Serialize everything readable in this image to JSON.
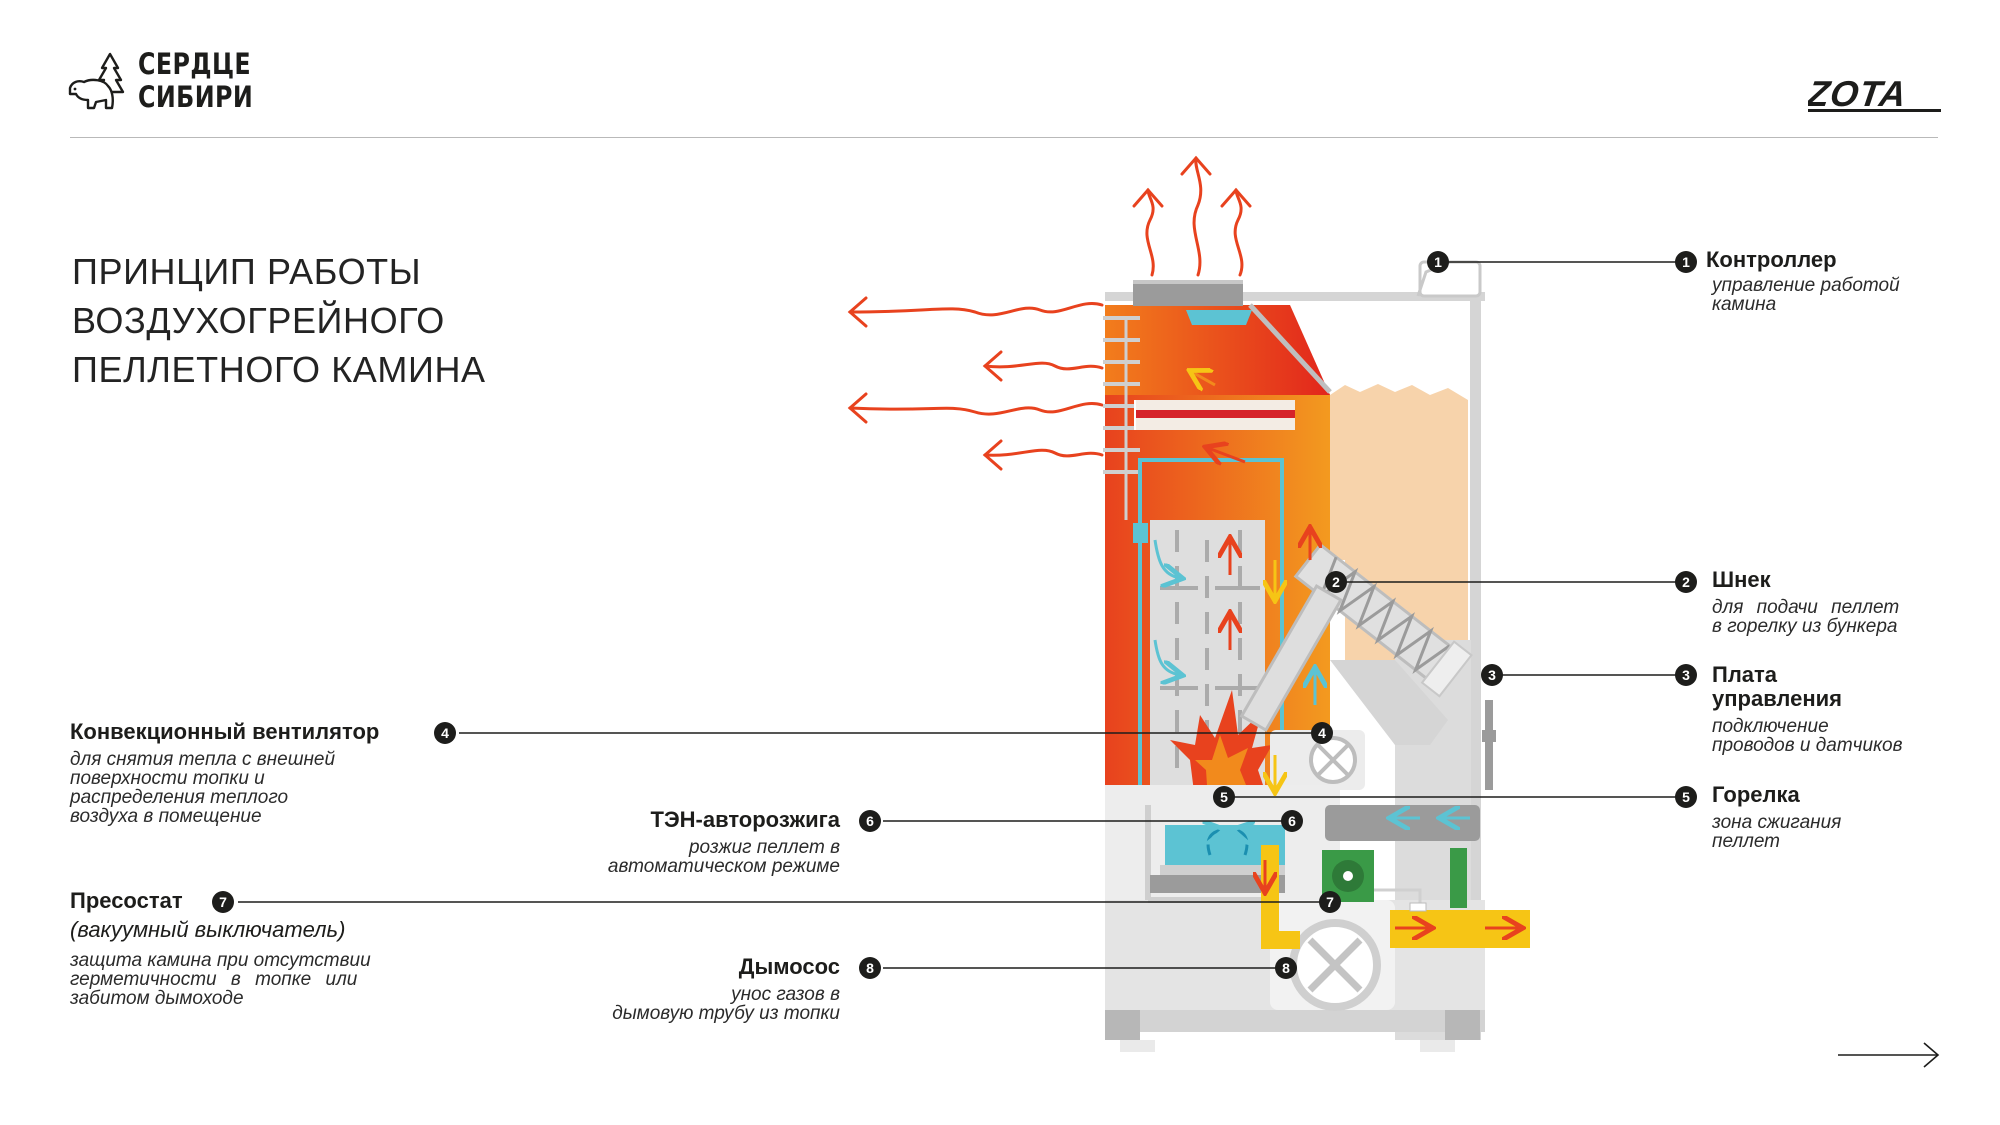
{
  "brand": {
    "line1": "СЕРДЦЕ",
    "line2": "СИБИРИ",
    "partner": "ZOTA"
  },
  "title": {
    "line1": "ПРИНЦИП РАБОТЫ",
    "line2": "ВОЗДУХОГРЕЙНОГО",
    "line3": "ПЕЛЛЕТНОГО КАМИНА"
  },
  "callouts": {
    "c1": {
      "num": "1",
      "name": "Контроллер",
      "desc1": "управление работой",
      "desc2": "камина"
    },
    "c2": {
      "num": "2",
      "name": "Шнек",
      "desc1": "для подачи пеллет",
      "desc2": "в горелку из бункера"
    },
    "c3": {
      "num": "3",
      "name1": "Плата",
      "name2": "управления",
      "desc1": "подключение",
      "desc2": "проводов и датчиков"
    },
    "c4": {
      "num": "4",
      "name": "Конвекционный вентилятор",
      "desc1": "для снятия тепла с внешней",
      "desc2": "поверхности топки и",
      "desc3": "распределения теплого",
      "desc4": "воздуха в помещение"
    },
    "c5": {
      "num": "5",
      "name": "Горелка",
      "desc1": "зона сжигания",
      "desc2": "пеллет"
    },
    "c6": {
      "num": "6",
      "name": "ТЭН-авторозжига",
      "desc1": "розжиг пеллет в",
      "desc2": "автоматическом режиме"
    },
    "c7": {
      "num": "7",
      "name": "Пресостат",
      "sub": "(вакуумный выключатель)",
      "desc1": "защита камина при отсутствии",
      "desc2": "герметичности в топке или",
      "desc3": "забитом дымоходе"
    },
    "c8": {
      "num": "8",
      "name": "Дымосос",
      "desc1": "унос газов в",
      "desc2": "дымовую трубу из топки"
    }
  },
  "colors": {
    "hot": "#e8421e",
    "warm": "#f28a1c",
    "cold_air": "#5cc3d3",
    "pellets": "#f7d3ab",
    "exhaust": "#f6c515",
    "body_grey": "#d9d9d9",
    "dark_grey": "#9b9b9b",
    "board_green": "#3a9a47",
    "line": "#1d1d1b"
  }
}
